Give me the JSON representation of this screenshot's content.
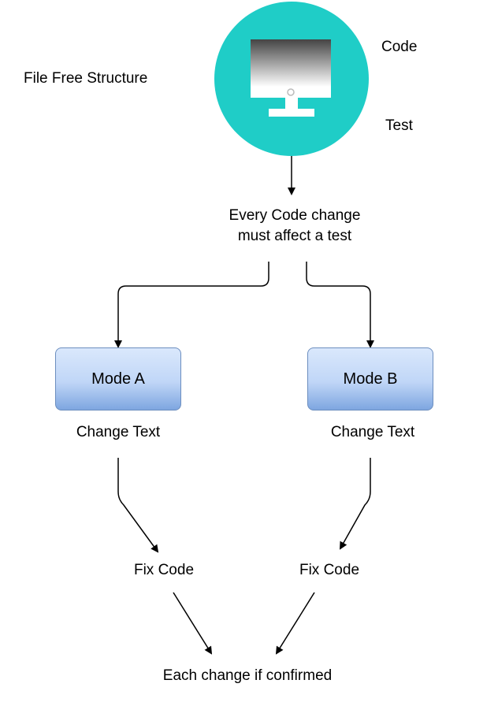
{
  "labels": {
    "structure": "File Free Structure",
    "code": "Code",
    "test": "Test",
    "every_code_change_line1": "Every Code change",
    "every_code_change_line2": "must affect a test",
    "mode_a": "Mode A",
    "mode_b": "Mode B",
    "change_text_a": "Change Text",
    "change_text_b": "Change Text",
    "fix_code_a": "Fix Code",
    "fix_code_b": "Fix Code",
    "each_change": "Each change if confirmed"
  },
  "colors": {
    "circle_fill": "#1fcdc7",
    "monitor_dark": "#444444",
    "monitor_light": "#ffffff",
    "box_border": "#6c8ebf",
    "box_top": "#dae8fc",
    "box_bottom": "#7ea6e0"
  },
  "icons": {
    "computer": "desktop-monitor-icon"
  }
}
